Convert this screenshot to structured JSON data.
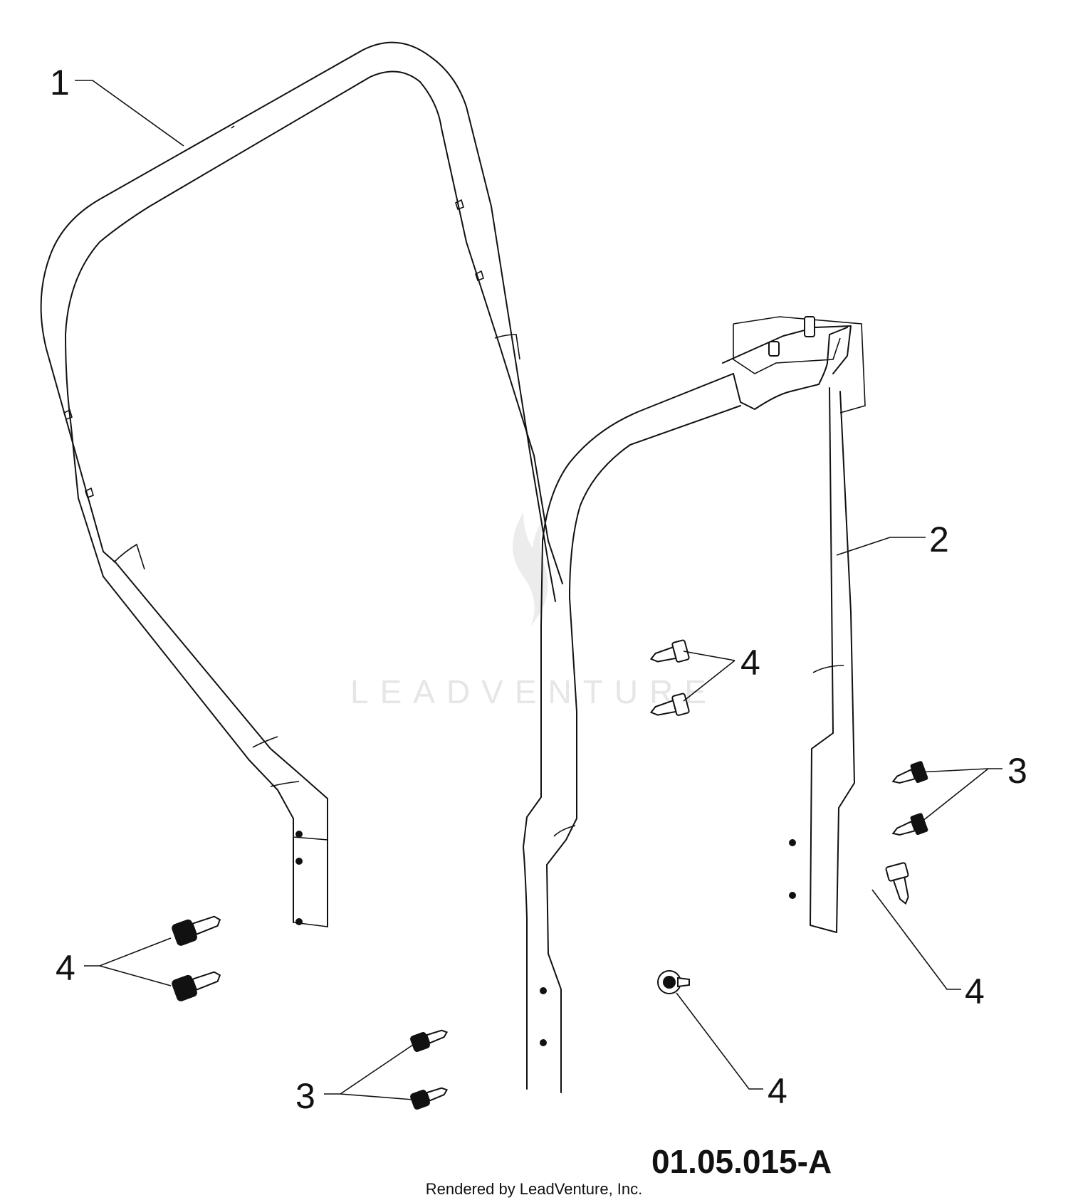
{
  "diagram": {
    "callouts": {
      "part_1": "1",
      "part_2": "2",
      "part_3_left": "3",
      "part_3_right": "3",
      "part_4_left": "4",
      "part_4_center": "4",
      "part_4_bottom": "4",
      "part_4_right": "4"
    },
    "diagram_id": "01.05.015-A",
    "watermark": "LEADVENTURE",
    "footer": "Rendered by LeadVenture, Inc."
  }
}
